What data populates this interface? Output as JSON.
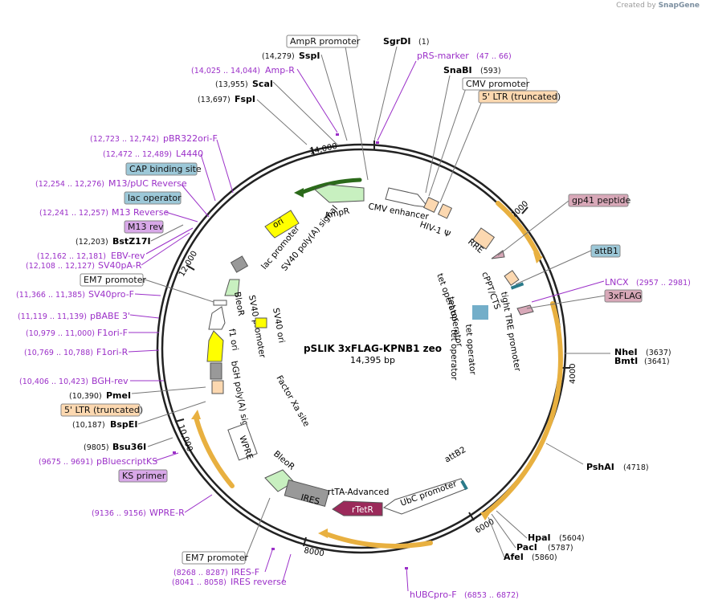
{
  "credit": {
    "prefix": "Created by",
    "brand": "SnapGene"
  },
  "plasmid": {
    "name": "pSLIK 3xFLAG-KPNB1 zeo",
    "length": "14,395 bp"
  },
  "ticks": [
    "2000",
    "4000",
    "6000",
    "8000",
    "10,000",
    "12,000",
    "14,000"
  ],
  "colors": {
    "primer": "#9b30c8",
    "orf_gold": "#e8b040",
    "feature_green": "#c8f0c0",
    "rtetr": "#9b2a5a"
  },
  "inner_labels": {
    "ampr": "AmpR",
    "cmv_enh": "CMV enhancer",
    "hiv": "HIV-1 Ψ",
    "rre": "RRE",
    "cppt": "cPPT/CTS",
    "tight_tre": "tight TRE promoter",
    "tet1": "tet operator",
    "tet2": "tet operator",
    "tet3": "tet operator",
    "tet4": "tet operator",
    "ori": "ori",
    "lac": "lac promoter",
    "sv40pa": "SV40 poly(A) signal",
    "bleor1": "BleoR",
    "sv40p": "SV40 promoter",
    "f1ori": "f1 ori",
    "sv40ori": "SV40 ori",
    "bgh": "bGH poly(A) signal",
    "factorxa": "Factor Xa site",
    "wpre": "WPRE",
    "bleor2": "BleoR",
    "ires": "IRES",
    "rttaadv": "rtTA-Advanced",
    "rtetr": "rTetR",
    "ubc": "UbC promoter",
    "attb2": "attB2"
  },
  "left_labels": [
    {
      "coord": "(14,279)",
      "name": "SspI"
    },
    {
      "coord": "(14,025 .. 14,044)",
      "name": "Amp-R"
    },
    {
      "coord": "(13,955)",
      "name": "ScaI"
    },
    {
      "coord": "(13,697)",
      "name": "FspI"
    },
    {
      "coord": "(12,723 .. 12,742)",
      "name": "pBR322ori-F"
    },
    {
      "coord": "(12,472 .. 12,489)",
      "name": "L4440"
    },
    {
      "name": "CAP binding site"
    },
    {
      "coord": "(12,254 .. 12,276)",
      "name": "M13/pUC Reverse"
    },
    {
      "name": "lac operator"
    },
    {
      "coord": "(12,241 .. 12,257)",
      "name": "M13 Reverse"
    },
    {
      "name": "M13 rev"
    },
    {
      "coord": "(12,203)",
      "name": "BstZ17I"
    },
    {
      "coord": "(12,162 .. 12,181)",
      "name": "EBV-rev"
    },
    {
      "coord": "(12,108 .. 12,127)",
      "name": "SV40pA-R"
    },
    {
      "name": "EM7 promoter"
    },
    {
      "coord": "(11,366 .. 11,385)",
      "name": "SV40pro-F"
    },
    {
      "coord": "(11,119 .. 11,139)",
      "name": "pBABE 3'"
    },
    {
      "coord": "(10,979 .. 11,000)",
      "name": "F1ori-F"
    },
    {
      "coord": "(10,769 .. 10,788)",
      "name": "F1ori-R"
    },
    {
      "coord": "(10,406 .. 10,423)",
      "name": "BGH-rev"
    },
    {
      "coord": "(10,390)",
      "name": "PmeI"
    },
    {
      "name": "5' LTR (truncated)"
    },
    {
      "coord": "(10,187)",
      "name": "BspEI"
    },
    {
      "coord": "(9805)",
      "name": "Bsu36I"
    },
    {
      "coord": "(9675 .. 9691)",
      "name": "pBluescriptKS"
    },
    {
      "name": "KS primer"
    },
    {
      "coord": "(9136 .. 9156)",
      "name": "WPRE-R"
    },
    {
      "name": "EM7 promoter"
    },
    {
      "coord": "(8268 .. 8287)",
      "name": "IRES-F"
    },
    {
      "coord": "(8041 .. 8058)",
      "name": "IRES reverse"
    }
  ],
  "top_labels": [
    {
      "name": "AmpR promoter"
    },
    {
      "name": "SgrDI",
      "coord": "(1)"
    },
    {
      "name": "pRS-marker",
      "coord": "(47 .. 66)"
    },
    {
      "name": "SnaBI",
      "coord": "(593)"
    },
    {
      "name": "CMV promoter"
    },
    {
      "name": "5' LTR (truncated)"
    }
  ],
  "right_labels": [
    {
      "name": "gp41 peptide"
    },
    {
      "name": "attB1"
    },
    {
      "name": "LNCX",
      "coord": "(2957 .. 2981)"
    },
    {
      "name": "3xFLAG"
    },
    {
      "name": "NheI",
      "coord": "(3637)"
    },
    {
      "name": "BmtI",
      "coord": "(3641)"
    },
    {
      "name": "PshAI",
      "coord": "(4718)"
    },
    {
      "name": "HpaI",
      "coord": "(5604)"
    },
    {
      "name": "PacI",
      "coord": "(5787)"
    },
    {
      "name": "AfeI",
      "coord": "(5860)"
    },
    {
      "name": "hUBCpro-F",
      "coord": "(6853 .. 6872)"
    }
  ]
}
